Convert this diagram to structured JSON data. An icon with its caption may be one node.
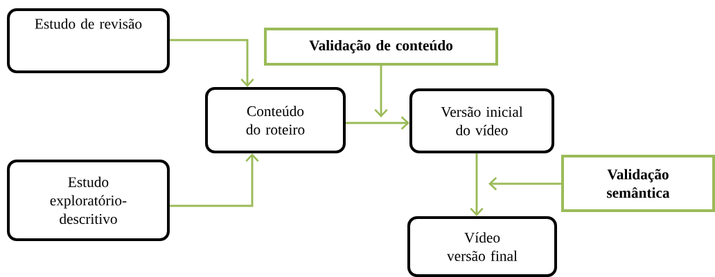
{
  "diagram": {
    "nodes": [
      {
        "text": [
          "Estudo de revisão"
        ]
      },
      {
        "text": [
          "Validação de conteúdo"
        ]
      },
      {
        "text": [
          "Conteúdo do roteiro"
        ]
      },
      {
        "text": [
          "Versão inicial do vídeo"
        ]
      },
      {
        "text": [
          "Validação semântica"
        ]
      },
      {
        "text": [
          "Estudo exploratório-descritivo"
        ]
      },
      {
        "text": [
          "Vídeo versão final"
        ]
      }
    ],
    "edges": [
      {
        "from": 0,
        "to": 2,
        "arrow": "to"
      },
      {
        "from": 5,
        "to": 2,
        "arrow": "to"
      },
      {
        "from": 2,
        "to": 3,
        "arrow": "to"
      },
      {
        "from": 1,
        "to": null,
        "arrow": "to"
      },
      {
        "from": 3,
        "to": 6,
        "arrow": "to"
      },
      {
        "from": 4,
        "to": null,
        "arrow": "to"
      }
    ]
  }
}
